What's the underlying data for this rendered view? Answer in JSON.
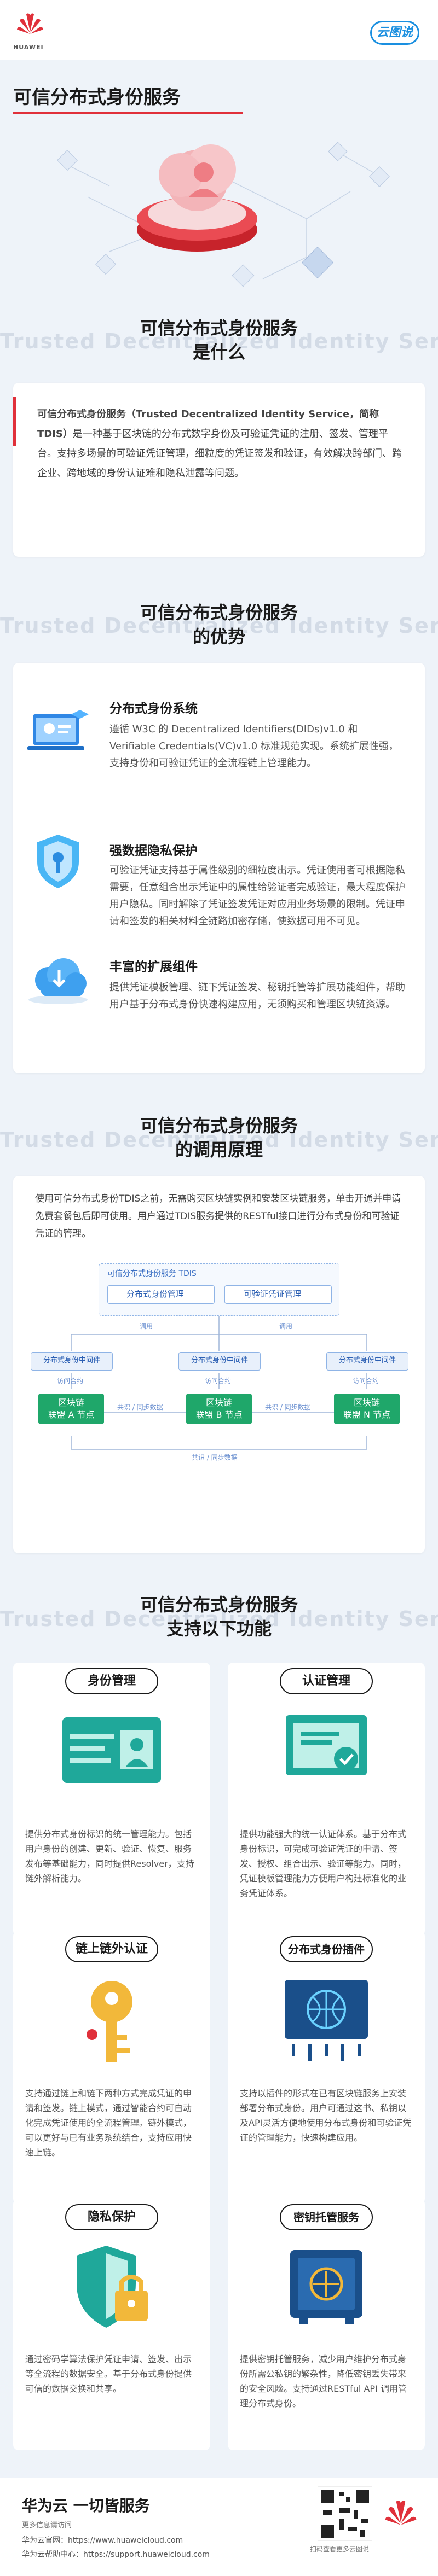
{
  "header": {
    "brand_text": "HUAWEI",
    "badge": "云图说"
  },
  "page_title": "可信分布式身份服务",
  "watermark": "Trusted Decentralized Identity Service",
  "what": {
    "heading_l1": "可信分布式身份服务",
    "heading_l2": "是什么",
    "bold": "可信分布式身份服务（Trusted Decentralized Identity Service，简称TDIS）",
    "text": "是一种基于区块链的分布式数字身份及可验证凭证的注册、签发、管理平台。支持多场景的可验证凭证管理，细粒度的凭证签发和验证，有效解决跨部门、跨企业、跨地域的身份认证难和隐私泄露等问题。"
  },
  "advantages": {
    "heading_l1": "可信分布式身份服务",
    "heading_l2": "的优势",
    "items": [
      {
        "title": "分布式身份系统",
        "desc": "遵循 W3C 的 Decentralized Identifiers(DIDs)v1.0 和 Verifiable Credentials(VC)v1.0 标准规范实现。系统扩展性强，支持身份和可验证凭证的全流程链上管理能力。"
      },
      {
        "title": "强数据隐私保护",
        "desc": "可验证凭证支持基于属性级别的细粒度出示。凭证使用者可根据隐私需要，任意组合出示凭证中的属性给验证者完成验证，最大程度保护用户隐私。同时解除了凭证签发凭证对应用业务场景的限制。凭证申请和签发的相关材料全链路加密存储，使数据可用不可见。"
      },
      {
        "title": "丰富的扩展组件",
        "desc": "提供凭证模板管理、链下凭证签发、秘钥托管等扩展功能组件，帮助用户基于分布式身份快速构建应用，无须购买和管理区块链资源。"
      }
    ]
  },
  "principle": {
    "heading_l1": "可信分布式身份服务",
    "heading_l2": "的调用原理",
    "text": "使用可信分布式身份TDIS之前，无需购买区块链实例和安装区块链服务，单击开通并申请免费套餐包后即可使用。用户通过TDIS服务提供的RESTful接口进行分布式身份和可验证凭证的管理。",
    "diagram": {
      "box_title": "可信分布式身份服务 TDIS",
      "mgmt": [
        "分布式身份管理",
        "可验证凭证管理"
      ],
      "call_lbl": "调用",
      "middleware": [
        "分布式身份中间件",
        "分布式身份中间件",
        "分布式身份中间件"
      ],
      "access_lbl": "访问合约",
      "nodes": [
        "区块链\n联盟 A 节点",
        "区块链\n联盟 B 节点",
        "区块链\n联盟 N 节点"
      ],
      "sync_lbl": "共识 / 同步数据"
    }
  },
  "functions": {
    "heading_l1": "可信分布式身份服务",
    "heading_l2": "支持以下功能",
    "items": [
      {
        "title": "身份管理",
        "desc": "提供分布式身份标识的统一管理能力。包括用户身份的创建、更新、验证、恢复、服务发布等基础能力，同时提供Resolver，支持链外解析能力。"
      },
      {
        "title": "认证管理",
        "desc": "提供功能强大的统一认证体系。基于分布式身份标识，可完成可验证凭证的申请、签发、授权、组合出示、验证等能力。同时，凭证模板管理能力方便用户构建标准化的业务凭证体系。"
      },
      {
        "title": "链上链外认证",
        "desc": "支持通过链上和链下两种方式完成凭证的申请和签发。链上模式，通过智能合约可自动化完成凭证使用的全流程管理。链外模式，可以更好与已有业务系统结合，支持应用快速上链。"
      },
      {
        "title": "分布式身份插件",
        "desc": "支持以插件的形式在已有区块链服务上安装部署分布式身份。用户可通过这书、私钥以及API灵活方便地使用分布式身份和可验证凭证的管理能力，快速构建应用。"
      },
      {
        "title": "隐私保护",
        "desc": "通过密码学算法保护凭证申请、签发、出示等全流程的数据安全。基于分布式身份提供可信的数据交换和共享。"
      },
      {
        "title": "密钥托管服务",
        "desc": "提供密钥托管服务，减少用户维护分布式身份所需公私钥的繁杂性，降低密钥丢失带来的安全风险。支持通过RESTful API 调用管理分布式身份。"
      }
    ]
  },
  "footer": {
    "brand": "华为云 一切皆服务",
    "sub": "更多信息请访问",
    "line1_label": "华为云官网：",
    "line1_url": "https://www.huaweicloud.com",
    "line2_label": "华为云帮助中心：",
    "line2_url": "https://support.huaweicloud.com",
    "qr_caption": "扫码查看更多云图说"
  },
  "colors": {
    "accent": "#e0303a",
    "blue": "#1a8fe0",
    "green": "#1fa76a"
  }
}
